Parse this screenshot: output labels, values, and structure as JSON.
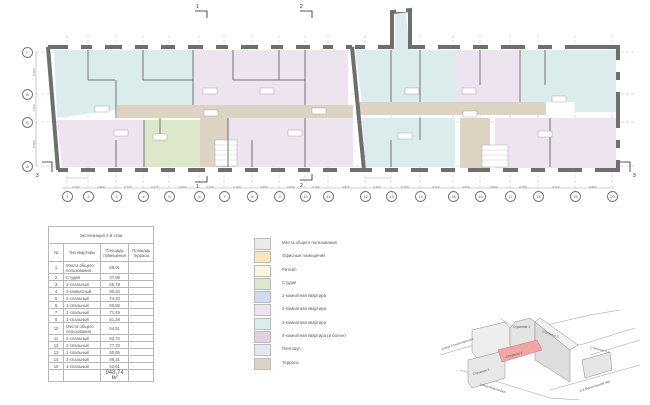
{
  "plan": {
    "section_marks": [
      "1",
      "1",
      "2",
      "2",
      "3",
      "3"
    ],
    "row_axes": [
      "Г",
      "В",
      "Б",
      "А"
    ],
    "row_dims": [
      "5.850",
      "3.700",
      "5.500"
    ],
    "column_axes": [
      "1",
      "2",
      "3",
      "4",
      "5",
      "6",
      "7",
      "8",
      "9",
      "10",
      "11",
      "12",
      "13",
      "14",
      "15",
      "16",
      "17",
      "18",
      "19",
      "20"
    ],
    "column_dims": [
      "3.200",
      "3.900",
      "3.725",
      "3.275",
      "3.650",
      "3.725",
      "3.190",
      "3.850",
      "3.040",
      "3.104",
      "4.875",
      "3.400",
      "3.750",
      "4.725",
      "3.650",
      "3.850",
      "3.750",
      "4.725",
      "4.800"
    ],
    "room_colors": {
      "common": "#ebeae6",
      "office": "#f8e7b8",
      "retail": "#fdf6df",
      "studio": "#dce8c9",
      "one_room": "#d0dced",
      "two_room": "#ede4ef",
      "three_room": "#dbeced",
      "four_room": "#e3cfe1",
      "penthouse": "#e3e8f4",
      "terrace": "#ddd3c2",
      "wall": "#6f6f6f"
    }
  },
  "table": {
    "title": "Экспликация 2-й этаж",
    "headers": [
      "№",
      "Тип квартиры",
      "Площадь помещения",
      "Площадь террасы"
    ],
    "rows": [
      {
        "n": "1",
        "type": "Места общего пользования",
        "area": "69,91",
        "terrace": ""
      },
      {
        "n": "2",
        "type": "Студия",
        "area": "37,09",
        "terrace": ""
      },
      {
        "n": "3",
        "type": "1-спальный",
        "area": "56,78",
        "terrace": ""
      },
      {
        "n": "4",
        "type": "3-комнатный",
        "area": "90,34",
        "terrace": ""
      },
      {
        "n": "5",
        "type": "2-спальный",
        "area": "74,33",
        "terrace": ""
      },
      {
        "n": "6",
        "type": "1-спальный",
        "area": "60,56",
        "terrace": ""
      },
      {
        "n": "7",
        "type": "1-спальный",
        "area": "71,49",
        "terrace": ""
      },
      {
        "n": "8",
        "type": "1-спальный",
        "area": "51,28",
        "terrace": ""
      },
      {
        "n": "10",
        "type": "Места общего пользования",
        "area": "64,51",
        "terrace": ""
      },
      {
        "n": "11",
        "type": "2-спальный",
        "area": "82,72",
        "terrace": ""
      },
      {
        "n": "12",
        "type": "2-спальный",
        "area": "77,76",
        "terrace": ""
      },
      {
        "n": "13",
        "type": "1-спальный",
        "area": "60,65",
        "terrace": ""
      },
      {
        "n": "14",
        "type": "2-спальный",
        "area": "89,31",
        "terrace": ""
      },
      {
        "n": "15",
        "type": "1-спальный",
        "area": "62,61",
        "terrace": ""
      }
    ],
    "total": "948,74 м²"
  },
  "legend": {
    "items": [
      {
        "label": "Места общего пользования",
        "color": "#ebeae6"
      },
      {
        "label": "Офисные помещения",
        "color": "#f8e7b8"
      },
      {
        "label": "Ритейл",
        "color": "#fdf6df"
      },
      {
        "label": "Студия",
        "color": "#dce8c9"
      },
      {
        "label": "1-комнатная квартира",
        "color": "#d0dced"
      },
      {
        "label": "2-комнатная квартира",
        "color": "#ede4ef"
      },
      {
        "label": "3-комнатная квартира",
        "color": "#dbeced"
      },
      {
        "label": "4-комнатная квартира (и более)",
        "color": "#e3cfe1"
      },
      {
        "label": "Пентхаус",
        "color": "#e3e8f4"
      },
      {
        "label": "Терраса",
        "color": "#ddd3c2"
      }
    ]
  },
  "site": {
    "highlight_color": "#f2a5a5",
    "labels": [
      "Строение 1",
      "Строение 2",
      "Строение 3",
      "Строение 4",
      "Строение 4.1",
      "улица Станиславского",
      "улица Маросейка",
      "2-й Милютинский пер."
    ]
  }
}
